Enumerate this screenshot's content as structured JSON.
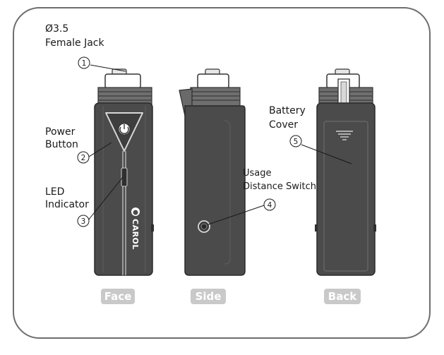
{
  "labels": {
    "jack_size": "Ø3.5",
    "jack_name": "Female Jack",
    "power_line1": "Power",
    "power_line2": "Button",
    "led_line1": "LED",
    "led_line2": "Indicator",
    "usage_line1": "Usage",
    "usage_line2": "Distance Switch",
    "battery_line1": "Battery",
    "battery_line2": "Cover"
  },
  "callouts": [
    "1",
    "2",
    "3",
    "4",
    "5"
  ],
  "brand": "CAROL",
  "views": [
    "Face",
    "Side",
    "Back"
  ],
  "colors": {
    "body": "#4b4b4b",
    "frame": "#6e6e6e",
    "tag_bg": "#c9c9c9"
  }
}
